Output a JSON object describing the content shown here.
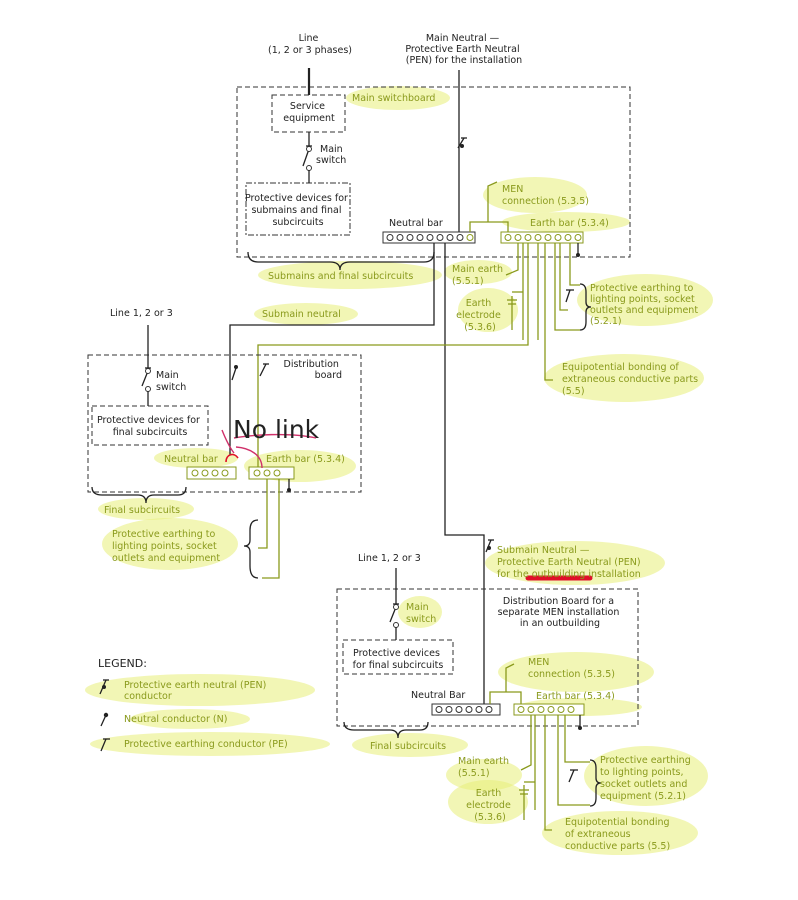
{
  "labels": {
    "line_top": [
      "Line",
      "(1, 2 or 3 phases)"
    ],
    "main_neutral": [
      "Main Neutral —",
      "Protective Earth Neutral",
      "(PEN) for the installation"
    ],
    "service_equipment": [
      "Service",
      "equipment"
    ],
    "main_switchboard": "Main switchboard",
    "main_switch": [
      "Main",
      "switch"
    ],
    "protective_devices_main": [
      "Protective devices for",
      "submains and final",
      "subcircuits"
    ],
    "men_connection": [
      "MEN",
      "connection (5.3.5)"
    ],
    "neutral_bar": "Neutral bar",
    "earth_bar": "Earth bar  (5.3.4)",
    "submains_final": "Submains and final subcircuits",
    "main_earth": [
      "Main earth",
      "(5.5.1)"
    ],
    "earth_electrode": [
      "Earth",
      "electrode",
      "(5.3.6)"
    ],
    "pe_points": [
      "Protective earthing to",
      "lighting points, socket",
      "outlets and equipment",
      "(5.2.1)"
    ],
    "submain_neutral": "Submain neutral",
    "equipotential": [
      "Equipotential bonding of",
      "extraneous conductive parts",
      "(5.5)"
    ],
    "line_123_left": "Line 1, 2 or 3",
    "distribution_board": [
      "Distribution",
      "board"
    ],
    "main_switch_dist": [
      "Main",
      "switch"
    ],
    "protective_devices_final": [
      "Protective devices for",
      "final subcircuits"
    ],
    "no_link": "No link",
    "neutral_bar_dist": "Neutral bar",
    "earth_bar_dist": "Earth bar (5.3.4)",
    "final_subcircuits": "Final subcircuits",
    "pe_points_dist": [
      "Protective earthing to",
      "lighting points, socket",
      "outlets and equipment"
    ],
    "submain_neutral_pen": [
      "Submain Neutral —",
      "Protective Earth Neutral (PEN)",
      "for the outbuilding installation"
    ],
    "line_123_out": "Line 1, 2 or 3",
    "dist_board_out": [
      "Distribution Board for a",
      "separate MEN installation",
      "in an outbuilding"
    ],
    "main_switch_out": [
      "Main",
      "switch"
    ],
    "protective_devices_out": [
      "Protective devices",
      "for final subcircuits"
    ],
    "men_connection_out": [
      "MEN",
      "connection (5.3.5)"
    ],
    "neutral_bar_out": "Neutral Bar",
    "earth_bar_out": "Earth bar (5.3.4)",
    "final_subcircuits_out": "Final subcircuits",
    "main_earth_out": [
      "Main earth",
      "(5.5.1)"
    ],
    "earth_electrode_out": [
      "Earth",
      "electrode",
      "(5.3.6)"
    ],
    "pe_points_out": [
      "Protective earthing",
      "to lighting points,",
      "socket outlets and",
      "equipment (5.2.1)"
    ],
    "equipotential_out": [
      "Equipotential bonding",
      "of extraneous",
      "conductive parts (5.5)"
    ]
  },
  "legend": {
    "title": "LEGEND:",
    "items": [
      "Protective earth neutral (PEN)",
      "conductor",
      "Neutral conductor (N)",
      "Protective earthing conductor (PE)"
    ]
  },
  "colors": {
    "earth": "#8a9a1c",
    "highlight": "#e8ee78",
    "annotation_red": "#e0102a",
    "annotation_pink": "#d0306a"
  }
}
